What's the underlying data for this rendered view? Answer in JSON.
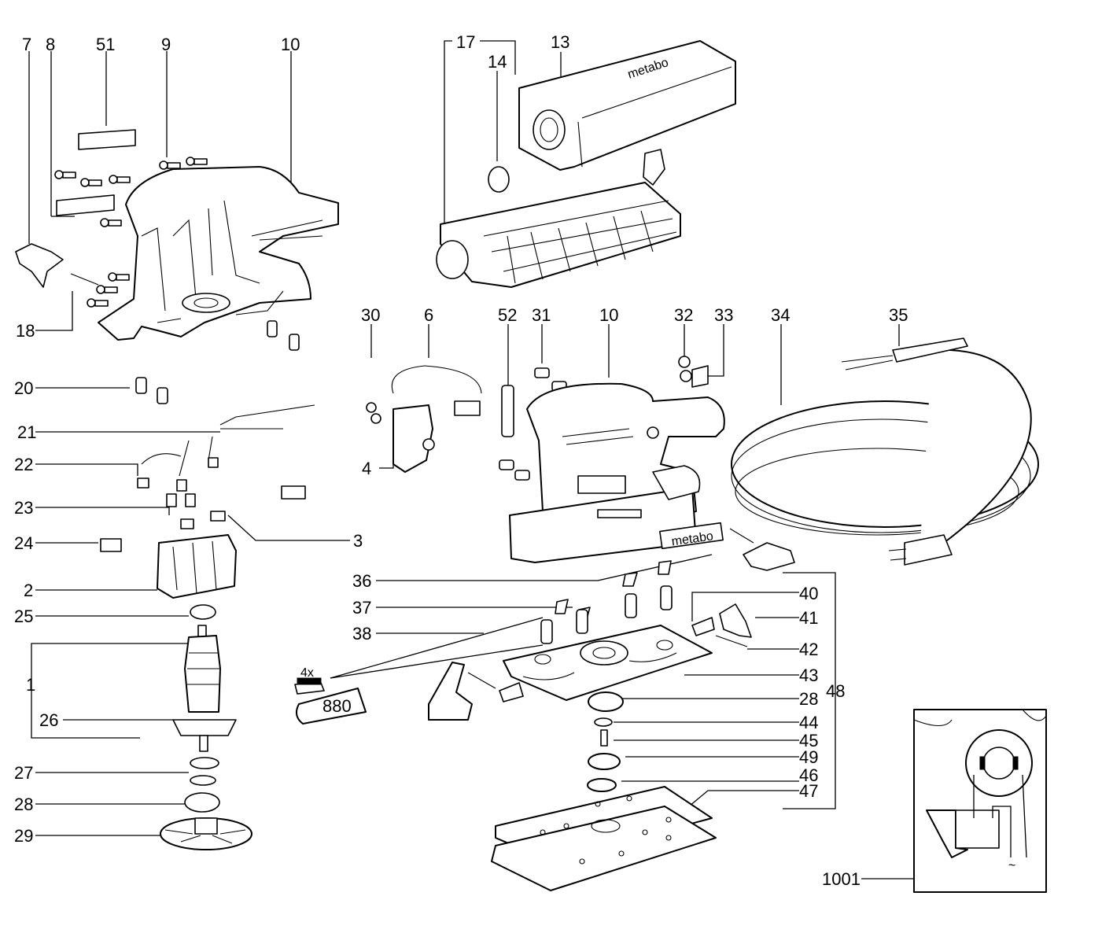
{
  "diagram": {
    "callouts": [
      {
        "id": "c7",
        "text": "7"
      },
      {
        "id": "c8",
        "text": "8"
      },
      {
        "id": "c51",
        "text": "51"
      },
      {
        "id": "c9",
        "text": "9"
      },
      {
        "id": "c10a",
        "text": "10"
      },
      {
        "id": "c17",
        "text": "17"
      },
      {
        "id": "c14",
        "text": "14"
      },
      {
        "id": "c13",
        "text": "13"
      },
      {
        "id": "c18",
        "text": "18"
      },
      {
        "id": "c30",
        "text": "30"
      },
      {
        "id": "c6",
        "text": "6"
      },
      {
        "id": "c52",
        "text": "52"
      },
      {
        "id": "c31",
        "text": "31"
      },
      {
        "id": "c10b",
        "text": "10"
      },
      {
        "id": "c32",
        "text": "32"
      },
      {
        "id": "c33",
        "text": "33"
      },
      {
        "id": "c34",
        "text": "34"
      },
      {
        "id": "c35",
        "text": "35"
      },
      {
        "id": "c20",
        "text": "20"
      },
      {
        "id": "c21",
        "text": "21"
      },
      {
        "id": "c22",
        "text": "22"
      },
      {
        "id": "c4",
        "text": "4"
      },
      {
        "id": "c23",
        "text": "23"
      },
      {
        "id": "c24",
        "text": "24"
      },
      {
        "id": "c3",
        "text": "3"
      },
      {
        "id": "c2",
        "text": "2"
      },
      {
        "id": "c36",
        "text": "36"
      },
      {
        "id": "c25",
        "text": "25"
      },
      {
        "id": "c37",
        "text": "37"
      },
      {
        "id": "c40",
        "text": "40"
      },
      {
        "id": "c41",
        "text": "41"
      },
      {
        "id": "c38",
        "text": "38"
      },
      {
        "id": "c42",
        "text": "42"
      },
      {
        "id": "c1",
        "text": "1"
      },
      {
        "id": "c43",
        "text": "43"
      },
      {
        "id": "c48",
        "text": "48"
      },
      {
        "id": "c26",
        "text": "26"
      },
      {
        "id": "c28a",
        "text": "28"
      },
      {
        "id": "c44",
        "text": "44"
      },
      {
        "id": "c45",
        "text": "45"
      },
      {
        "id": "c27",
        "text": "27"
      },
      {
        "id": "c49",
        "text": "49"
      },
      {
        "id": "c46",
        "text": "46"
      },
      {
        "id": "c28b",
        "text": "28"
      },
      {
        "id": "c47",
        "text": "47"
      },
      {
        "id": "c29",
        "text": "29"
      },
      {
        "id": "c1001",
        "text": "1001"
      }
    ],
    "brand_text": "metabo",
    "brush_qty": "4x",
    "grease_code": "880",
    "mains_symbol": "~"
  }
}
